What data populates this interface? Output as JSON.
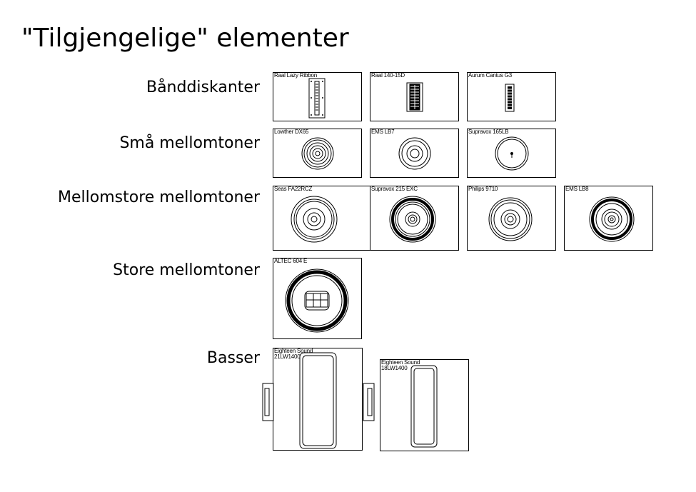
{
  "title": "\"Tilgjengelige\" elementer",
  "categories": [
    {
      "label": "Bånddiskanter",
      "drivers": [
        "Raal Lazy Ribbon",
        "Raal 140-15D",
        "Aurum Cantus G3"
      ]
    },
    {
      "label": "Små mellomtoner",
      "drivers": [
        "Lowther DX65",
        "EMS LB7",
        "Supravox 165LB"
      ]
    },
    {
      "label": "Mellomstore mellomtoner",
      "drivers": [
        "Seas FA22RCZ",
        "Supravox 215 EXC",
        "Philips 9710",
        "EMS LB8"
      ]
    },
    {
      "label": "Store mellomtoner",
      "drivers": [
        "ALTEC 604 E"
      ]
    },
    {
      "label": "Basser",
      "drivers": [
        "Eighteen Sound 21LW1400",
        "Eighteen Sound 18LW1400"
      ]
    }
  ]
}
